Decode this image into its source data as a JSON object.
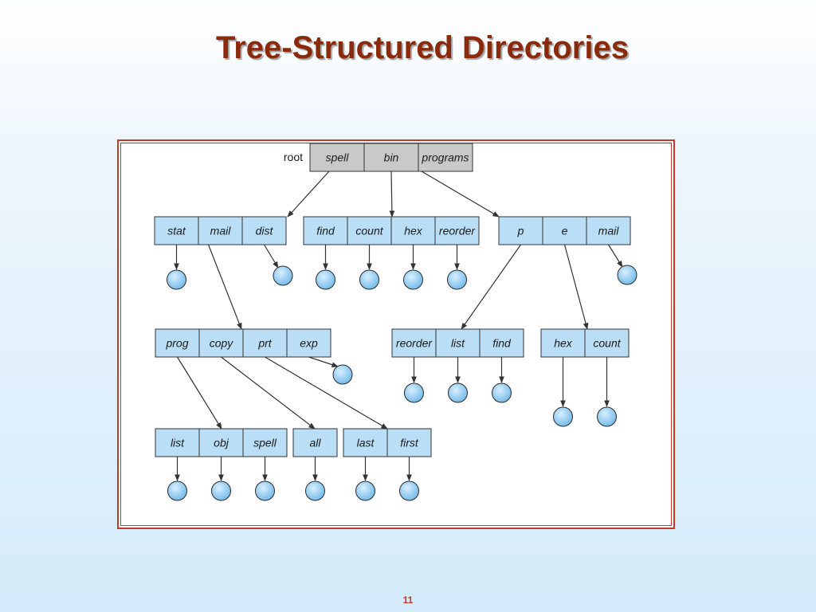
{
  "title": "Tree-Structured Directories",
  "page_number": "11",
  "colors": {
    "title": "#8b2a0a",
    "frame_border": "#c0392b",
    "root_cell_fill": "#c9c9c9",
    "dir_cell_fill": "#b9def5",
    "file_node_fill": "#8cc8ee"
  },
  "diagram": {
    "root_label": "root",
    "root": {
      "entries": [
        "spell",
        "bin",
        "programs"
      ]
    },
    "level1": [
      {
        "entries": [
          "stat",
          "mail",
          "dist"
        ]
      },
      {
        "entries": [
          "find",
          "count",
          "hex",
          "reorder"
        ]
      },
      {
        "entries": [
          "p",
          "e",
          "mail"
        ]
      }
    ],
    "level2": [
      {
        "entries": [
          "prog",
          "copy",
          "prt",
          "exp"
        ]
      },
      {
        "entries": [
          "reorder",
          "list",
          "find"
        ]
      },
      {
        "entries": [
          "hex",
          "count"
        ]
      }
    ],
    "level3": [
      {
        "entries": [
          "list",
          "obj",
          "spell"
        ]
      },
      {
        "entries": [
          "all"
        ]
      },
      {
        "entries": [
          "last",
          "first"
        ]
      }
    ]
  }
}
